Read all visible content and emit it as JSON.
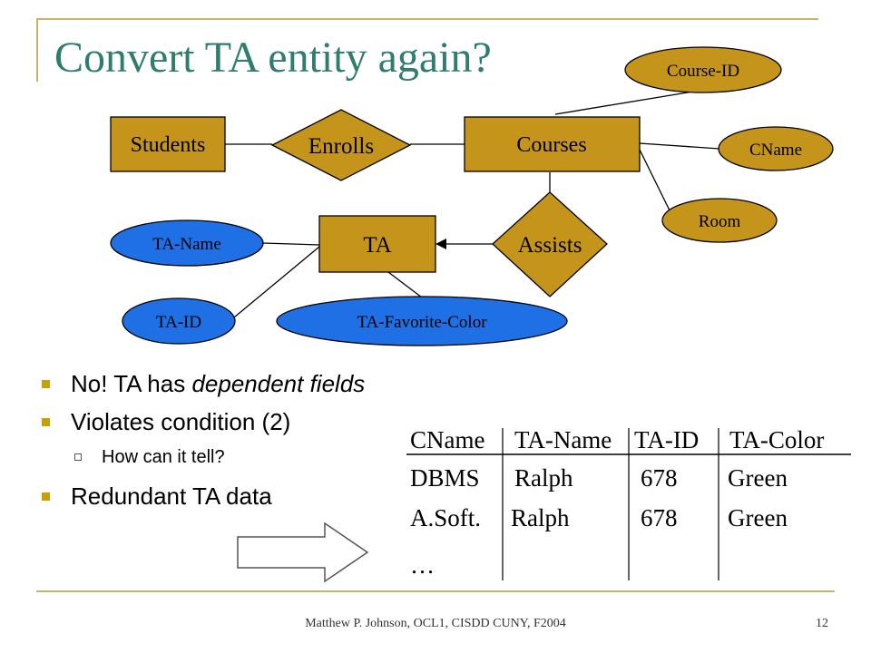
{
  "slide": {
    "title": "Convert TA entity again?",
    "footer": "Matthew P. Johnson, OCL1, CISDD CUNY, F2004",
    "page_number": "12"
  },
  "diagram": {
    "entities": {
      "students": "Students",
      "courses": "Courses",
      "ta": "TA"
    },
    "relationships": {
      "enrolls": "Enrolls",
      "assists": "Assists"
    },
    "attributes": {
      "course_id": "Course-ID",
      "cname": "CName",
      "room": "Room",
      "ta_name": "TA-Name",
      "ta_id": "TA-ID",
      "ta_favorite_color": "TA-Favorite-Color"
    },
    "colors": {
      "entity_fill": "#c5941a",
      "attribute_fill": "#c5941a",
      "ta_attribute_fill": "#1f6fe5",
      "outline": "#000000"
    }
  },
  "bullets": {
    "b1_prefix": "No! TA has ",
    "b1_emphasis": "dependent fields",
    "b2": "Violates condition (2)",
    "b2_sub": "How can it tell?",
    "b3": "Redundant TA data"
  },
  "table": {
    "headers": [
      "CName",
      "TA-Name",
      "TA-ID",
      "TA-Color"
    ],
    "rows": [
      [
        "DBMS",
        "Ralph",
        "678",
        "Green"
      ],
      [
        "A.Soft.",
        "Ralph",
        "678",
        "Green"
      ]
    ],
    "ellipsis": "…"
  }
}
